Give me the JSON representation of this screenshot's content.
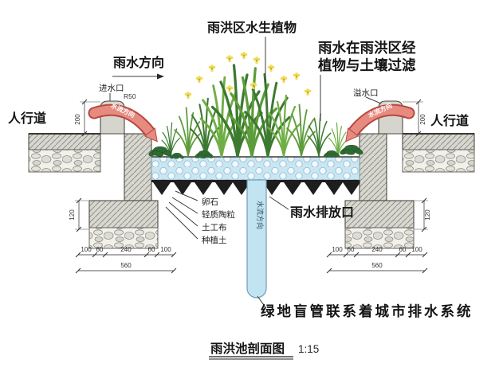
{
  "diagram": {
    "title": "雨洪池剖面图",
    "scale": "1:15"
  },
  "labels": {
    "plants_title": "雨洪区水生植物",
    "rain_direction": "雨水方向",
    "filter_line1": "雨水在雨洪区经",
    "filter_line2": "植物与土壤过滤",
    "inlet": "进水口",
    "inlet_radius": "R50",
    "overflow": "溢水口",
    "sidewalk": "人行道",
    "flow_direction": "水流方向",
    "discharge": "雨水排放口",
    "blind_pipe": "绿地盲管联系着城市排水系统",
    "layers": [
      "卵石",
      "轻质陶粒",
      "土工布",
      "种植土"
    ]
  },
  "dimensions": {
    "curb_height": "200",
    "footing_height": "120",
    "chain": [
      "100",
      "60",
      "240",
      "60",
      "100"
    ],
    "total": "560"
  },
  "colors": {
    "arrow_red": "#e78b80",
    "pipe_blue": "#c2e4f2",
    "water_blue": "#c9e6f2",
    "plant_green": "#3c7a31",
    "flower_yellow": "#f0dc52",
    "concrete_gray": "#d9d8d0"
  }
}
